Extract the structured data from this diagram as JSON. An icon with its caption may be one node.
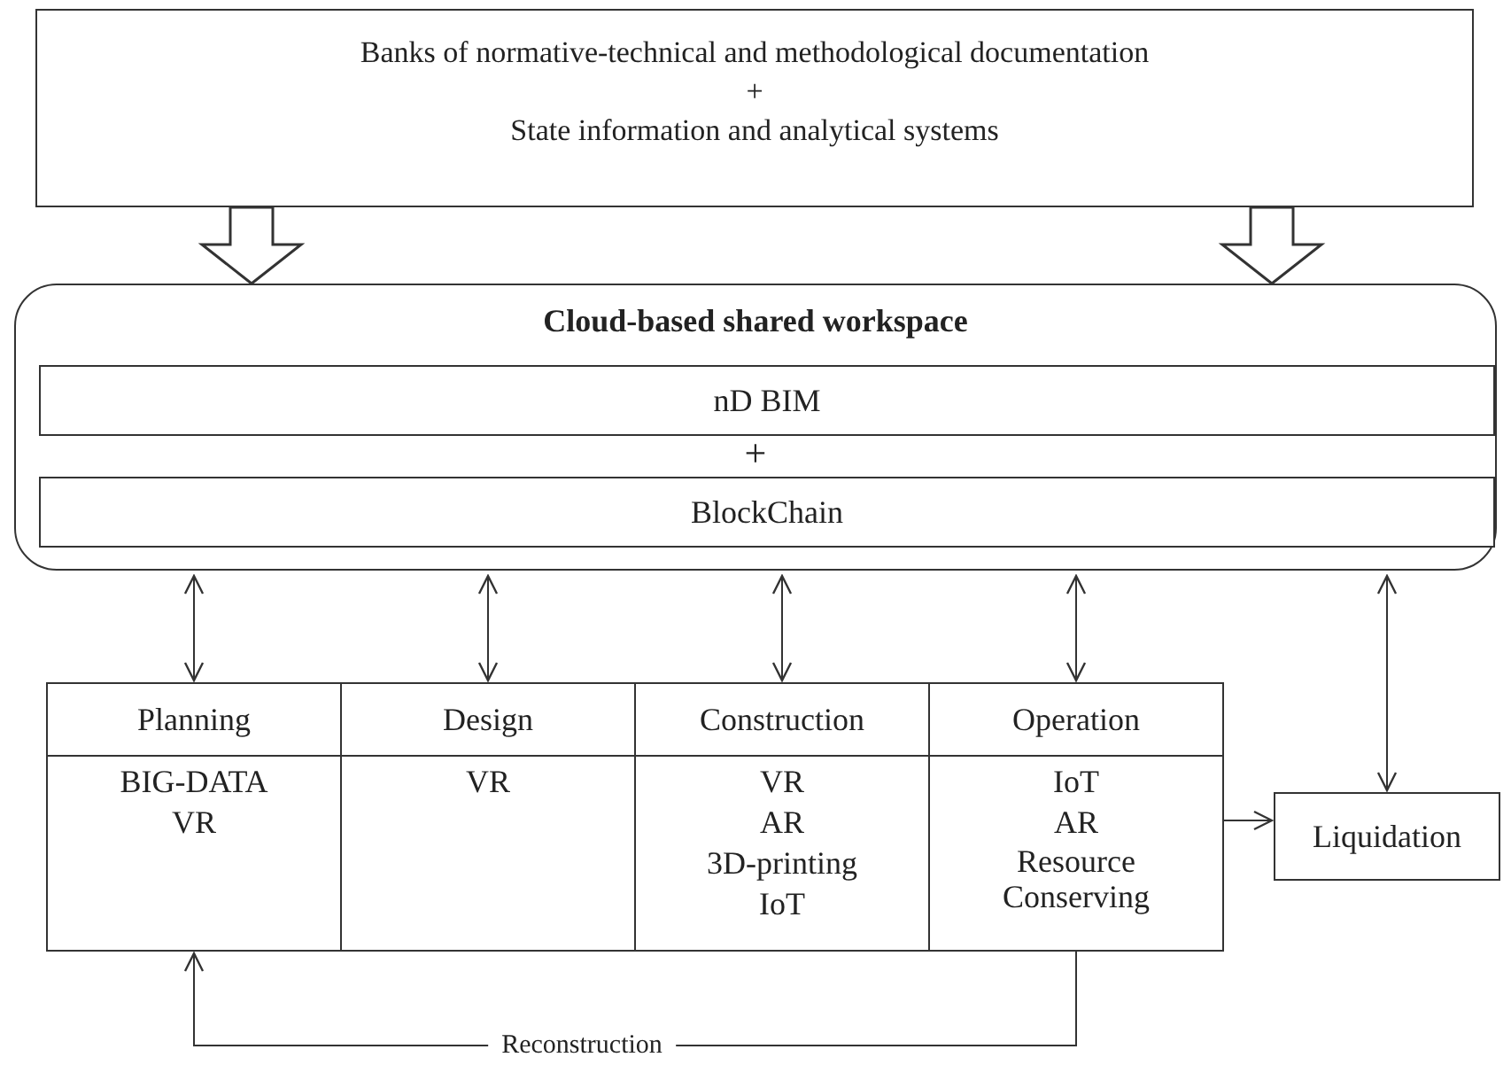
{
  "diagram": {
    "nodes": [
      {
        "text": [
          "Banks of normative-technical and methodological documentation",
          "+",
          "State information and analytical systems"
        ]
      },
      {
        "text": [
          "Cloud-based shared workspace",
          "+"
        ]
      },
      {
        "text": [
          "nD BIM"
        ],
        "in": 1
      },
      {
        "text": [
          "BlockChain"
        ],
        "in": 1
      },
      {
        "text": [
          "Planning",
          "BIG-DATA",
          "VR"
        ]
      },
      {
        "text": [
          "Design",
          "VR"
        ]
      },
      {
        "text": [
          "Construction",
          "VR",
          "AR",
          "3D-printing",
          "IoT"
        ]
      },
      {
        "text": [
          "Operation",
          "IoT",
          "AR",
          "Resource Conserving"
        ]
      },
      {
        "text": [
          "Liquidation"
        ]
      }
    ],
    "edges": [
      {
        "from": 0,
        "to": 1,
        "arrow": "to",
        "style": "thick"
      },
      {
        "from": 0,
        "to": 1,
        "arrow": "to",
        "style": "thick"
      },
      {
        "from": 1,
        "to": 4,
        "arrow": "both"
      },
      {
        "from": 1,
        "to": 5,
        "arrow": "both"
      },
      {
        "from": 1,
        "to": 6,
        "arrow": "both"
      },
      {
        "from": 1,
        "to": 7,
        "arrow": "both"
      },
      {
        "from": 1,
        "to": 8,
        "arrow": "both"
      },
      {
        "from": 7,
        "to": 8,
        "arrow": "to"
      },
      {
        "from": 7,
        "to": 4,
        "arrow": "to",
        "label": "Reconstruction"
      }
    ]
  }
}
